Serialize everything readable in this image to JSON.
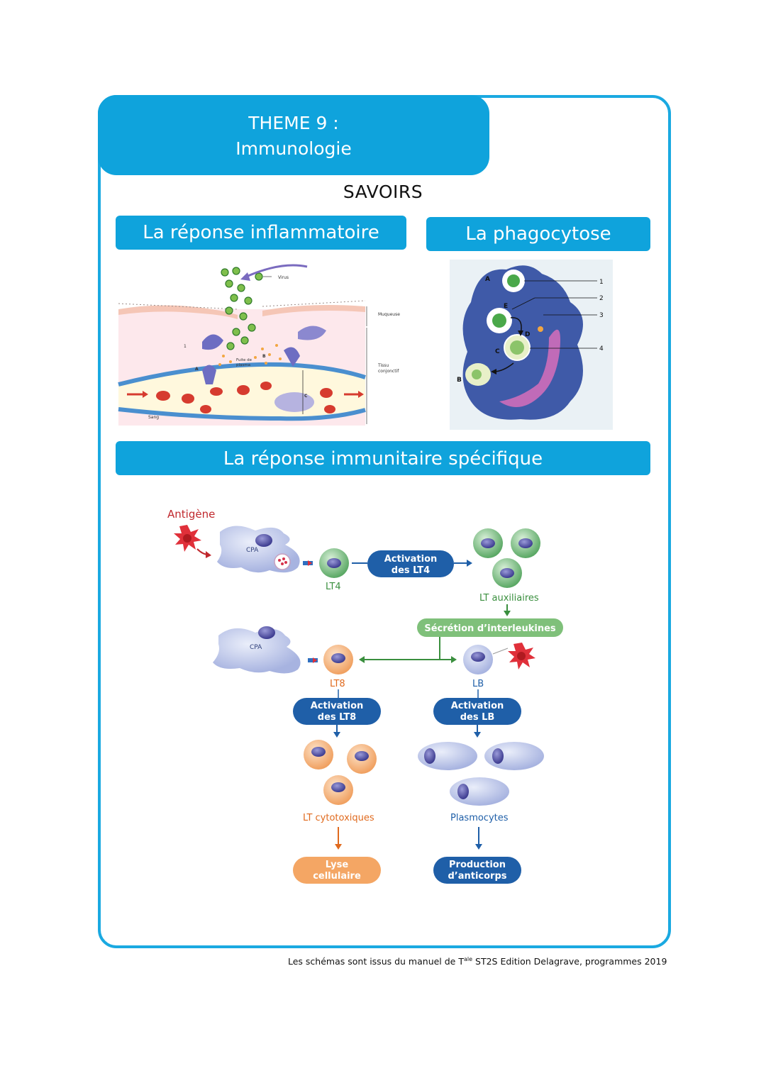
{
  "header": {
    "theme_line1": "THEME 9 :",
    "theme_line2": "Immunologie"
  },
  "section_title": "SAVOIRS",
  "bands": {
    "inflammatory": "La réponse inflammatoire",
    "phagocytosis": "La phagocytose",
    "specific": "La réponse immunitaire spécifique"
  },
  "inflammation_labels": {
    "virus": "Virus",
    "muqueuse": "Muqueuse",
    "tissu": "Tissu",
    "conjonctif": "conjonctif",
    "sang": "Sang",
    "fuite1": "Fuite de",
    "fuite2": "plasma",
    "n1": "1",
    "a": "A",
    "b": "B",
    "c": "C"
  },
  "phago_labels": {
    "a": "A",
    "b": "B",
    "c": "C",
    "d": "D",
    "e": "E",
    "n1": "1",
    "n2": "2",
    "n3": "3",
    "n4": "4"
  },
  "immune": {
    "antigene": "Antigène",
    "cpa": "CPA",
    "lt4": "LT4",
    "act_lt4_1": "Activation",
    "act_lt4_2": "des LT4",
    "lt_aux": "LT auxiliaires",
    "secretion": "Sécrétion d’interleukines",
    "lt8": "LT8",
    "lb": "LB",
    "act_lt8_1": "Activation",
    "act_lt8_2": "des LT8",
    "act_lb_1": "Activation",
    "act_lb_2": "des LB",
    "lt_cyto": "LT cytotoxiques",
    "plasmo": "Plasmocytes",
    "lyse1": "Lyse",
    "lyse2": "cellulaire",
    "prod1": "Production",
    "prod2": "d’anticorps"
  },
  "footer": {
    "prefix": "Les schémas sont issus du manuel de T",
    "sup": "ale",
    "suffix": " ST2S Edition Delagrave, programmes 2019"
  },
  "colors": {
    "accent": "#0fa3dc",
    "blue_dark": "#1f5fa8",
    "green": "#5aa864",
    "orange": "#f08a3c"
  }
}
